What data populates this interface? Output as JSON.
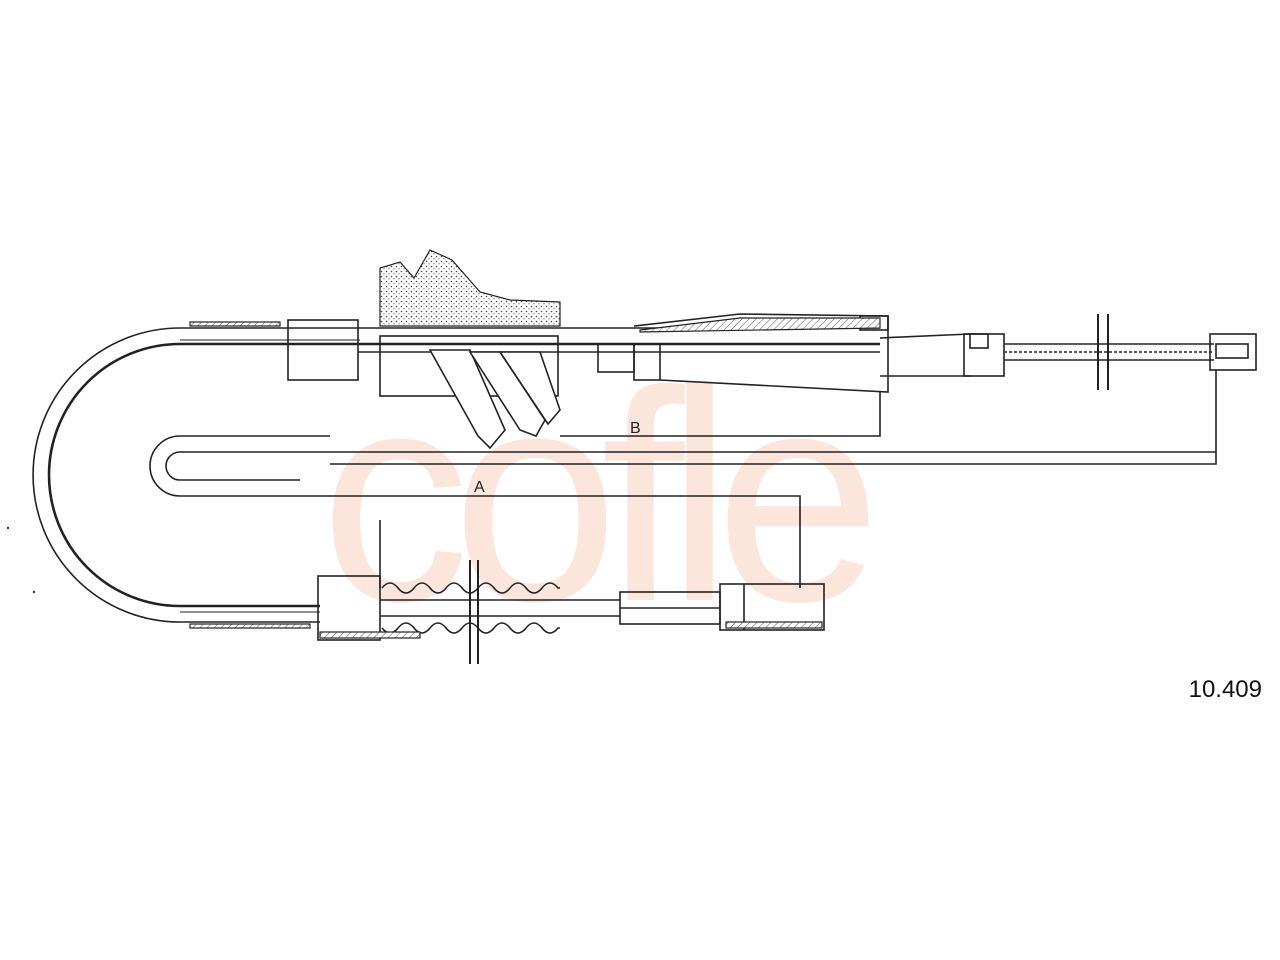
{
  "drawing": {
    "part_number": "10.409",
    "dimension_a": "A",
    "dimension_b": "B",
    "watermark": "cofle",
    "colors": {
      "line": "#222222",
      "watermark": "#f7b89c",
      "hatch": "#555555"
    }
  }
}
